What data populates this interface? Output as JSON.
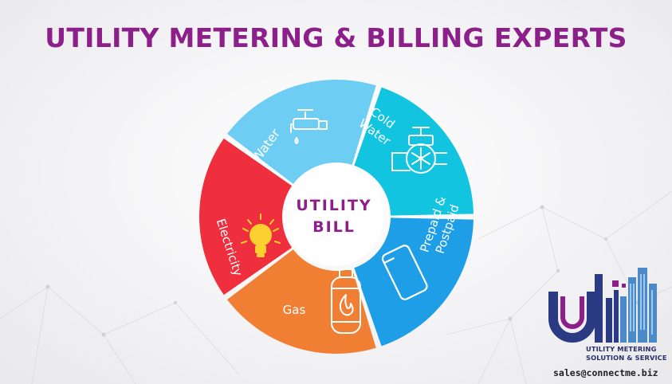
{
  "title": "UTILITY METERING & BILLING EXPERTS",
  "center": {
    "line1": "UTILITY",
    "line2": "BILL"
  },
  "segments": [
    {
      "label": "Water",
      "icon": "tap-icon",
      "color": "#6ecdf3"
    },
    {
      "label_line1": "Cold",
      "label_line2": "Water",
      "icon": "valve-snowflake-icon",
      "color": "#12c4e0"
    },
    {
      "label_line1": "Prepaid &",
      "label_line2": "Postpaid",
      "icon": "smartphone-icon",
      "color": "#1f9ee8"
    },
    {
      "label": "Gas",
      "icon": "gas-cylinder-icon",
      "color": "#f07e33"
    },
    {
      "label": "Electricity",
      "icon": "lightbulb-icon",
      "color": "#ef2f3d"
    }
  ],
  "brand": {
    "logo_icon": "ubill-logo-icon",
    "name_line1": "UTILITY METERING",
    "name_line2": "SOLUTION & SERVICE"
  },
  "contact": {
    "email": "sales@connectme.biz"
  }
}
